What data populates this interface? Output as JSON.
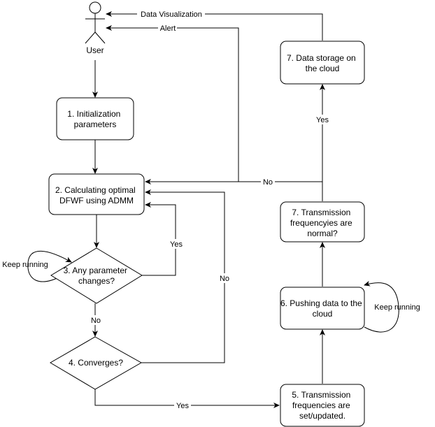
{
  "nodes": {
    "user": {
      "label": "User"
    },
    "init": {
      "lines": [
        "1. Initialization",
        "parameters"
      ]
    },
    "admm": {
      "lines": [
        "2. Calculating optimal",
        "DFWF using ADMM"
      ]
    },
    "param": {
      "lines": [
        "3. Any parameter",
        "changes?"
      ]
    },
    "converges": {
      "lines": [
        "4. Converges?"
      ]
    },
    "transmit_set": {
      "lines": [
        "5. Transmission",
        "frequencies are",
        "set/updated."
      ]
    },
    "pushing": {
      "lines": [
        "6. Pushing data to the",
        "cloud"
      ]
    },
    "normal": {
      "lines": [
        "7. Transmission",
        "frequencyies are",
        "normal?"
      ]
    },
    "storage": {
      "lines": [
        "7. Data storage on",
        "the cloud"
      ]
    }
  },
  "edges": {
    "data_visualization": "Data Visualization",
    "alert": "Alert",
    "keep_running_left": "Keep running",
    "keep_running_right": "Keep running",
    "param_yes": "Yes",
    "param_no": "No",
    "converges_no": "No",
    "converges_yes": "Yes",
    "normal_yes": "Yes",
    "normal_no": "No"
  }
}
